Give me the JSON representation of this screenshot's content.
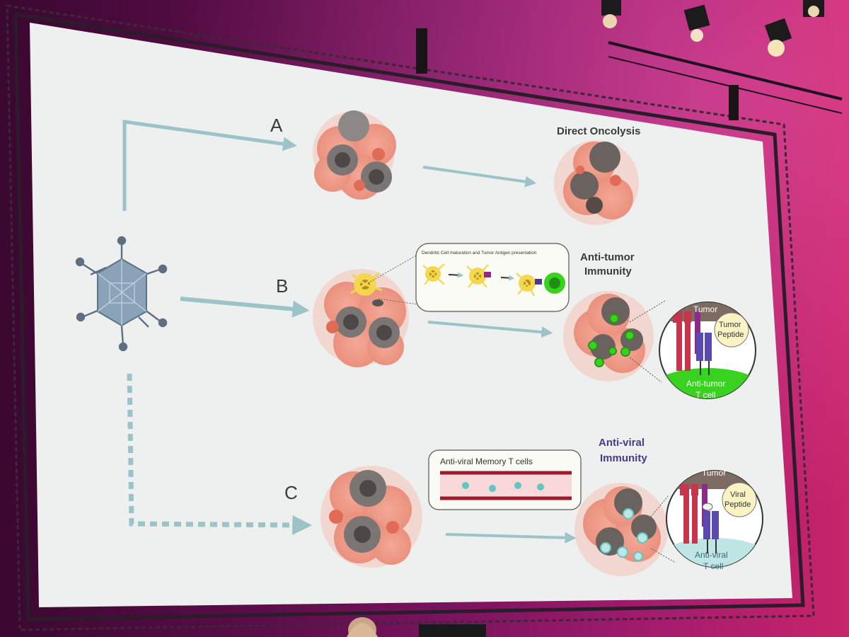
{
  "diagram": {
    "paths": {
      "a_label": "A",
      "b_label": "B",
      "c_label": "C"
    },
    "outcomes": {
      "direct_oncolysis": "Direct Oncolysis",
      "anti_tumor_line1": "Anti-tumor",
      "anti_tumor_line2": "Immunity",
      "anti_viral_line1": "Anti-viral",
      "anti_viral_line2": "Immunity"
    },
    "callout_b": {
      "title": "Dendritic Cell maturation and Tumor Antigen presentation"
    },
    "callout_c": {
      "title": "Anti-viral Memory T cells"
    },
    "zoom_tumor": {
      "top": "Tumor",
      "peptide_line1": "Tumor",
      "peptide_line2": "Peptide",
      "tcell_line1": "Anti-tumor",
      "tcell_line2": "T cell"
    },
    "zoom_viral": {
      "top": "Tumor",
      "peptide_line1": "Viral",
      "peptide_line2": "Peptide",
      "tcell_line1": "Anti-viral",
      "tcell_line2": "T cell"
    }
  },
  "colors": {
    "arrow": "#9cc4c8",
    "text_dark": "#3a3a3a",
    "anti_viral_purple": "#4a3a8c",
    "screen": "#eef0ef",
    "tumor_brown": "#7d6a63",
    "tcell_green": "#39d21f",
    "tcell_cyan": "#bfe6e4"
  }
}
